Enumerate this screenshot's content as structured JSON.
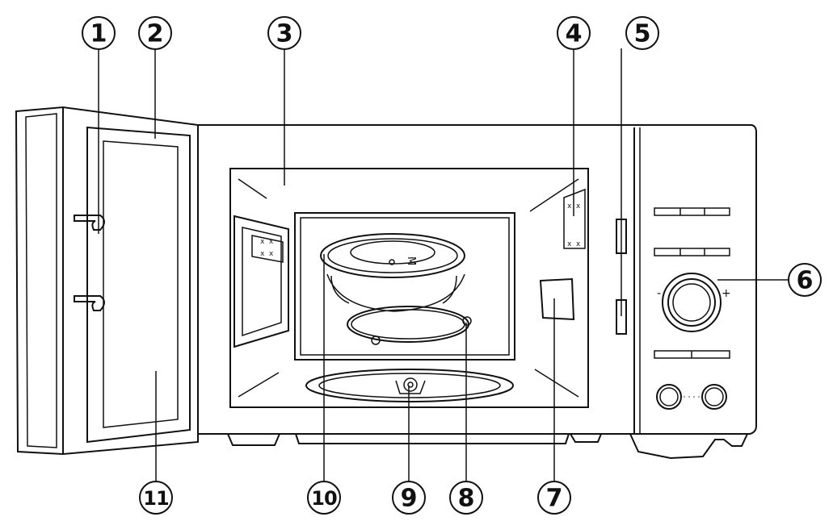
{
  "callouts": [
    {
      "id": "1",
      "label": "1"
    },
    {
      "id": "2",
      "label": "2"
    },
    {
      "id": "3",
      "label": "3"
    },
    {
      "id": "4",
      "label": "4"
    },
    {
      "id": "5",
      "label": "5"
    },
    {
      "id": "6",
      "label": "6"
    },
    {
      "id": "7",
      "label": "7"
    },
    {
      "id": "8",
      "label": "8"
    },
    {
      "id": "9",
      "label": "9"
    },
    {
      "id": "10",
      "label": "10"
    },
    {
      "id": "11",
      "label": "11"
    }
  ],
  "colors": {
    "stroke": "#111111",
    "background": "#ffffff"
  }
}
